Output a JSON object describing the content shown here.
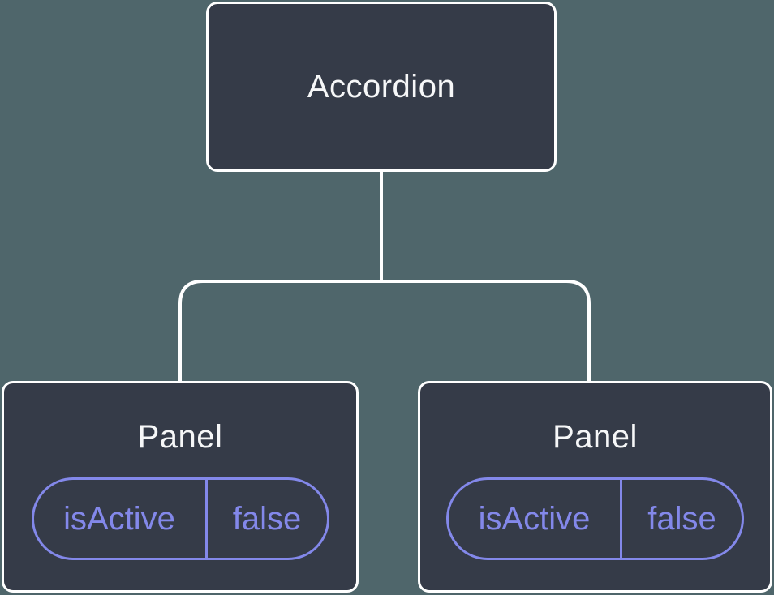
{
  "tree": {
    "root": {
      "label": "Accordion",
      "children": [
        {
          "label": "Panel",
          "props": [
            {
              "name": "isActive",
              "value": "false"
            }
          ]
        },
        {
          "label": "Panel",
          "props": [
            {
              "name": "isActive",
              "value": "false"
            }
          ]
        }
      ]
    }
  },
  "colors": {
    "background": "#4F666B",
    "node_fill": "#353B48",
    "node_border": "#FFFFFF",
    "connector": "#FFFFFF",
    "node_text": "#F6F7F8",
    "prop_accent": "#8388EA"
  }
}
